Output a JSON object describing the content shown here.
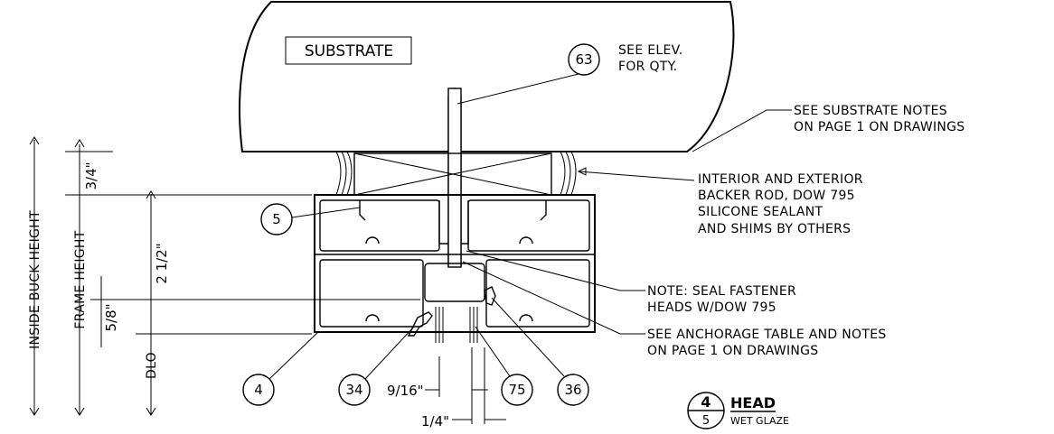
{
  "drawing": {
    "substrate_label": "SUBSTRATE",
    "callouts": {
      "qty_note_line1": "SEE ELEV.",
      "qty_note_line2": "FOR QTY.",
      "substrate_note_line1": "SEE SUBSTRATE NOTES",
      "substrate_note_line2": "ON PAGE 1 ON DRAWINGS",
      "sealant_note_line1": "INTERIOR AND EXTERIOR",
      "sealant_note_line2": "BACKER ROD, DOW 795",
      "sealant_note_line3": "SILICONE SEALANT",
      "sealant_note_line4": "AND SHIMS BY OTHERS",
      "fastener_note_line1": "NOTE: SEAL FASTENER",
      "fastener_note_line2": "HEADS W/DOW 795",
      "anchorage_note_line1": "SEE ANCHORAGE TABLE AND NOTES",
      "anchorage_note_line2": "ON PAGE 1 ON DRAWINGS"
    },
    "bubbles": {
      "b63": "63",
      "b5": "5",
      "b4": "4",
      "b34": "34",
      "b75": "75",
      "b36": "36"
    },
    "dimensions": {
      "inside_buck_height": "INSIDE BUCK HEIGHT",
      "frame_height": "FRAME HEIGHT",
      "dlo": "DLO",
      "three_quarter": "3/4\"",
      "two_half": "2 1/2\"",
      "five_eighth": "5/8\"",
      "nine_sixteenth": "9/16\"",
      "one_quarter": "1/4\""
    },
    "title_block": {
      "detail_number": "4",
      "sheet_number": "5",
      "title": "HEAD",
      "subtitle": "WET GLAZE"
    }
  }
}
